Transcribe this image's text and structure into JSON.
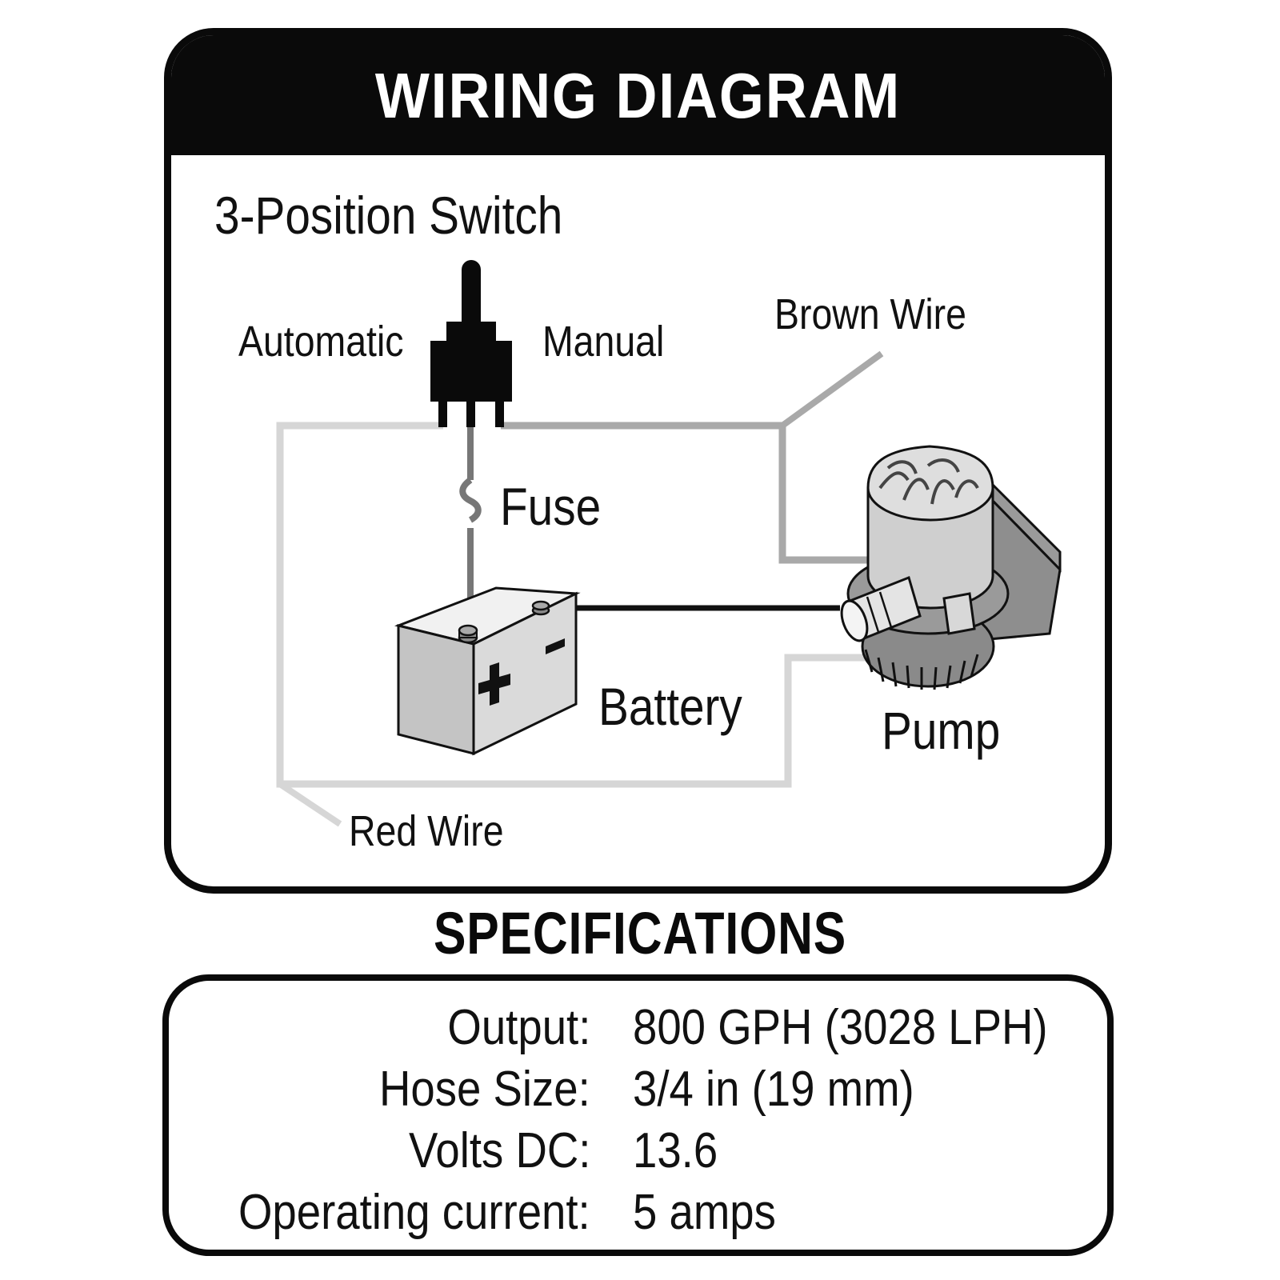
{
  "wiring": {
    "title": "WIRING DIAGRAM",
    "labels": {
      "switch": "3-Position Switch",
      "automatic": "Automatic",
      "manual": "Manual",
      "brown_wire": "Brown Wire",
      "fuse": "Fuse",
      "battery": "Battery",
      "pump": "Pump",
      "red_wire": "Red Wire"
    },
    "colors": {
      "red_wire": "#d6d6d6",
      "brown_wire": "#a9a9a9",
      "ground_wire": "#111111"
    }
  },
  "specifications": {
    "title": "SPECIFICATIONS",
    "rows": [
      {
        "label": "Output:",
        "value": "800 GPH (3028 LPH)"
      },
      {
        "label": "Hose Size:",
        "value": "3/4 in (19 mm)"
      },
      {
        "label": "Volts DC:",
        "value": "13.6"
      },
      {
        "label": "Operating current:",
        "value": "5 amps"
      }
    ]
  }
}
